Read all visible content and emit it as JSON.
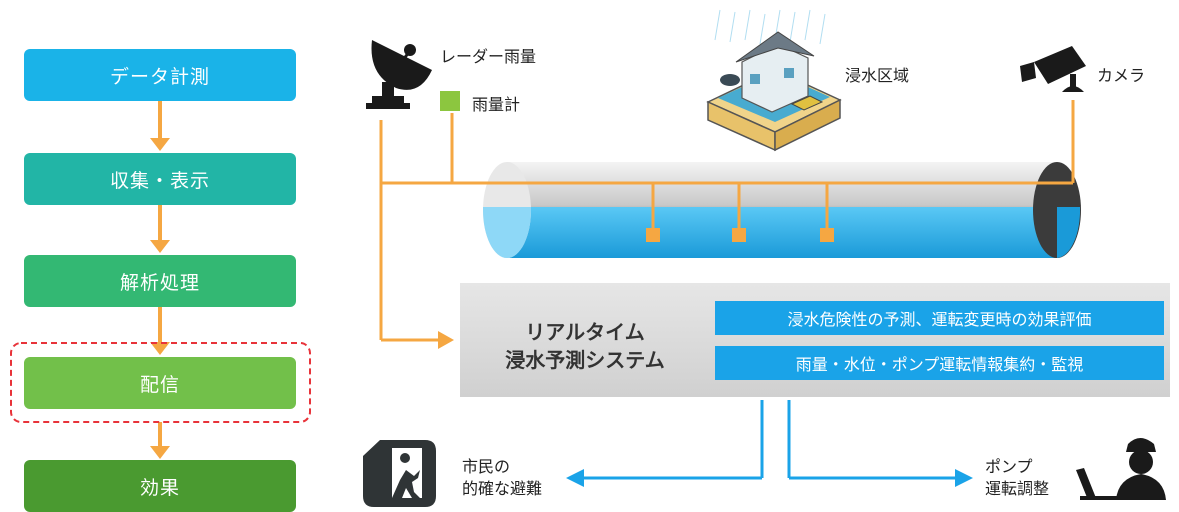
{
  "flow": {
    "steps": [
      {
        "label": "データ計測",
        "color": "#1ab3e8"
      },
      {
        "label": "収集・表示",
        "color": "#22b5a6"
      },
      {
        "label": "解析処理",
        "color": "#33b873"
      },
      {
        "label": "配信",
        "color": "#72c04a"
      },
      {
        "label": "効果",
        "color": "#4a9a30"
      }
    ],
    "highlight_color": "#e8333a",
    "arrow_color": "#f5a742"
  },
  "sensors": {
    "radar": "レーダー雨量",
    "gauge": "雨量計",
    "flood_area": "浸水区域",
    "camera": "カメラ"
  },
  "system": {
    "title_line1": "リアルタイム",
    "title_line2": "浸水予測システム",
    "feature1": "浸水危険性の予測、運転変更時の効果評価",
    "feature2": "雨量・水位・ポンプ運転情報集約・監視"
  },
  "outputs": {
    "evac_line1": "市民の",
    "evac_line2": "的確な避難",
    "pump_line1": "ポンプ",
    "pump_line2": "運転調整"
  },
  "colors": {
    "line_orange": "#f5a742",
    "output_blue": "#1aa3e8",
    "gauge_green": "#8cc63f",
    "system_gray": "#dcdcdc"
  }
}
